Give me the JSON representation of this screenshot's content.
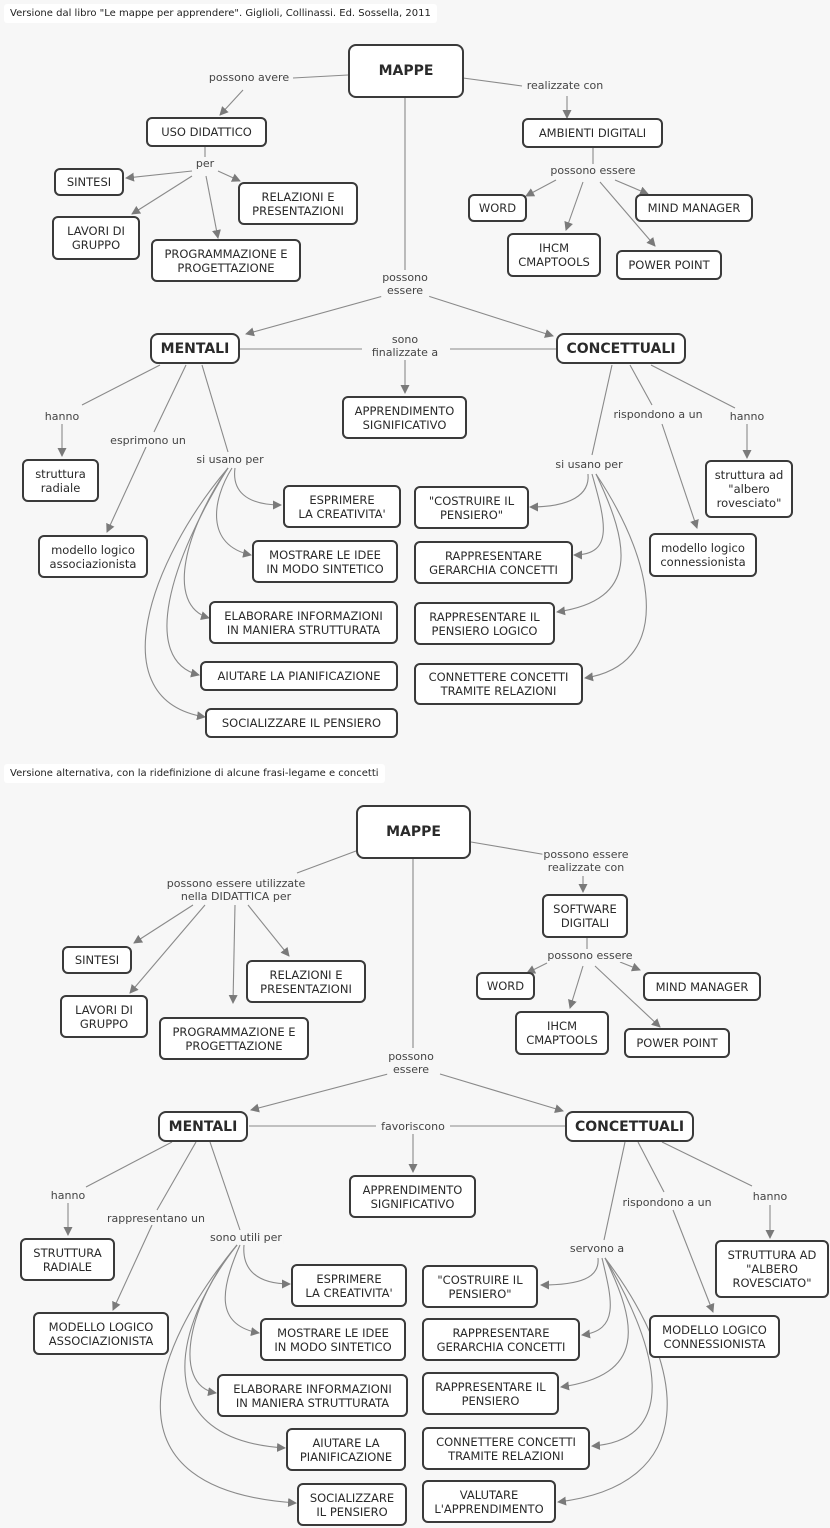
{
  "captions": {
    "top": "Versione dal libro \"Le mappe per apprendere\". Giglioli, Collinassi. Ed. Sossella, 2011",
    "bottom": "Versione alternativa, con la ridefinizione di alcune frasi-legame e concetti"
  },
  "map1": {
    "nodes": {
      "mappe": "MAPPE",
      "uso_didattico": "USO DIDATTICO",
      "ambienti_digitali": "AMBIENTI DIGITALI",
      "sintesi": "SINTESI",
      "relazioni": "RELAZIONI E\nPRESENTAZIONI",
      "lavori_gruppo": "LAVORI DI\nGRUPPO",
      "programmazione": "PROGRAMMAZIONE E\nPROGETTAZIONE",
      "word": "WORD",
      "mind_manager": "MIND MANAGER",
      "ihcm": "IHCM\nCMAPTOOLS",
      "power_point": "POWER POINT",
      "mentali": "MENTALI",
      "concettuali": "CONCETTUALI",
      "apprendimento": "APPRENDIMENTO\nSIGNIFICATIVO",
      "struttura_radiale": "struttura\nradiale",
      "modello_assoc": "modello logico\nassociazionista",
      "struttura_albero": "struttura ad\n\"albero\nrovesciato\"",
      "modello_conn": "modello logico\nconnessionista",
      "esprimere": "ESPRIMERE\nLA CREATIVITA'",
      "mostrare": "MOSTRARE LE IDEE\nIN MODO SINTETICO",
      "elaborare": "ELABORARE INFORMAZIONI\nIN MANIERA STRUTTURATA",
      "aiutare": "AIUTARE LA PIANIFICAZIONE",
      "socializzare": "SOCIALIZZARE IL PENSIERO",
      "costruire": "\"COSTRUIRE IL\nPENSIERO\"",
      "rappresentare_gerarchia": "RAPPRESENTARE\nGERARCHIA CONCETTI",
      "rappresentare_pensiero": "RAPPRESENTARE IL\nPENSIERO LOGICO",
      "connettere": "CONNETTERE CONCETTI\nTRAMITE RELAZIONI"
    },
    "labels": {
      "possono_avere": "possono avere",
      "realizzate_con": "realizzate con",
      "per": "per",
      "possono_essere_sw": "possono essere",
      "possono_essere": "possono\nessere",
      "sono_finalizzate": "sono\nfinalizzate a",
      "hanno_m": "hanno",
      "esprimono": "esprimono un",
      "si_usano_m": "si usano per",
      "rispondono": "rispondono a un",
      "hanno_c": "hanno",
      "si_usano_c": "si usano per"
    }
  },
  "map2": {
    "nodes": {
      "mappe": "MAPPE",
      "software": "SOFTWARE\nDIGITALI",
      "sintesi": "SINTESI",
      "relazioni": "RELAZIONI E\nPRESENTAZIONI",
      "lavori_gruppo": "LAVORI DI\nGRUPPO",
      "programmazione": "PROGRAMMAZIONE E\nPROGETTAZIONE",
      "word": "WORD",
      "mind_manager": "MIND MANAGER",
      "ihcm": "IHCM\nCMAPTOOLS",
      "power_point": "POWER POINT",
      "mentali": "MENTALI",
      "concettuali": "CONCETTUALI",
      "apprendimento": "APPRENDIMENTO\nSIGNIFICATIVO",
      "struttura_radiale": "STRUTTURA\nRADIALE",
      "modello_assoc": "MODELLO LOGICO\nASSOCIAZIONISTA",
      "struttura_albero": "STRUTTURA AD\n\"ALBERO\nROVESCIATO\"",
      "modello_conn": "MODELLO LOGICO\nCONNESSIONISTA",
      "esprimere": "ESPRIMERE\nLA CREATIVITA'",
      "mostrare": "MOSTRARE LE IDEE\nIN MODO SINTETICO",
      "elaborare": "ELABORARE INFORMAZIONI\nIN MANIERA STRUTTURATA",
      "aiutare": "AIUTARE LA\nPIANIFICAZIONE",
      "socializzare": "SOCIALIZZARE\nIL PENSIERO",
      "costruire": "\"COSTRUIRE IL\nPENSIERO\"",
      "rappresentare_gerarchia": "RAPPRESENTARE\nGERARCHIA CONCETTI",
      "rappresentare_pensiero": "RAPPRESENTARE IL\nPENSIERO",
      "connettere": "CONNETTERE CONCETTI\nTRAMITE RELAZIONI",
      "valutare": "VALUTARE\nL'APPRENDIMENTO"
    },
    "labels": {
      "utilizzate": "possono essere utilizzate\nnella DIDATTICA per",
      "realizzate": "possono essere\nrealizzate con",
      "possono_essere_sw": "possono essere",
      "possono_essere": "possono\nessere",
      "favoriscono": "favoriscono",
      "hanno_m": "hanno",
      "rappresentano": "rappresentano un",
      "sono_utili": "sono utili per",
      "rispondono": "rispondono a un",
      "hanno_c": "hanno",
      "servono": "servono a"
    }
  }
}
